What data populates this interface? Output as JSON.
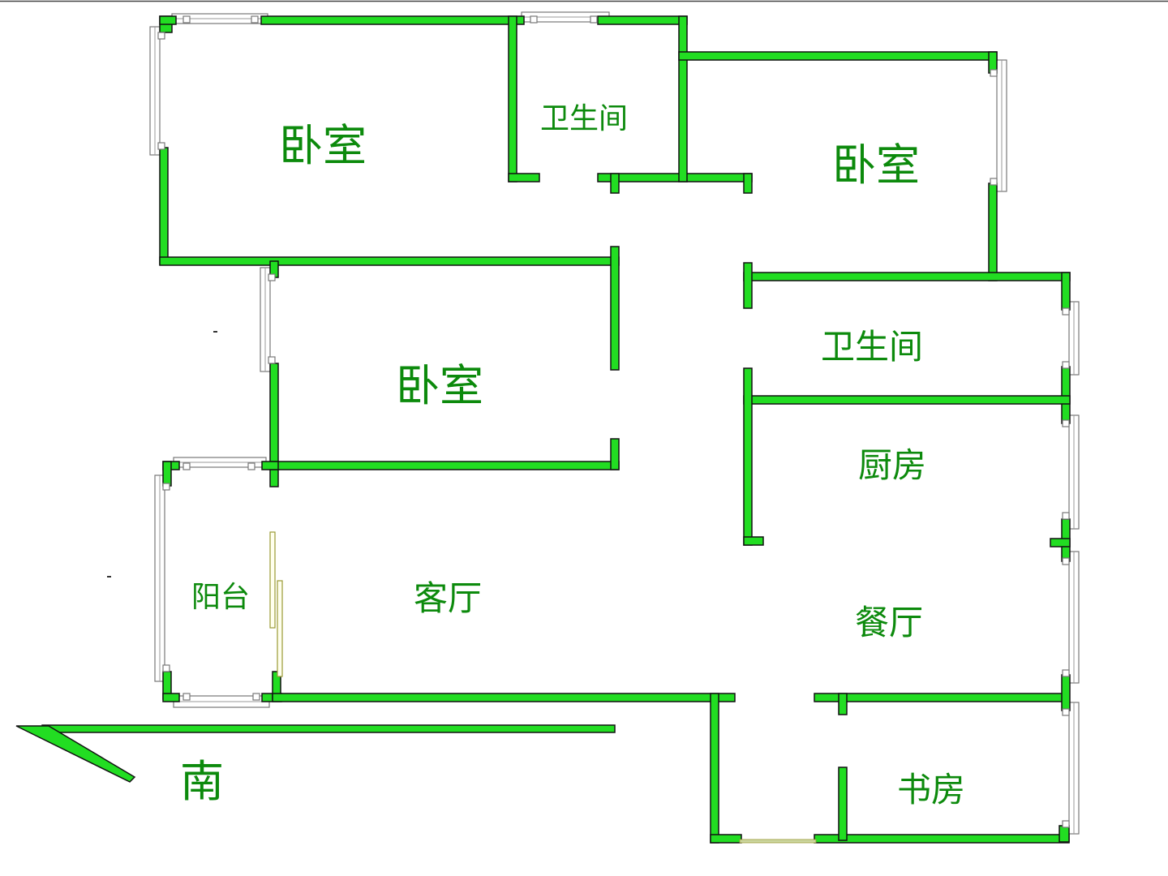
{
  "rooms": {
    "bedroom_top_left": "卧室",
    "bathroom_top": "卫生间",
    "bedroom_top_right": "卧室",
    "bedroom_middle": "卧室",
    "bathroom_right": "卫生间",
    "kitchen": "厨房",
    "balcony": "阳台",
    "living_room": "客厅",
    "dining_room": "餐厅",
    "study": "书房"
  },
  "compass": {
    "label": "南"
  },
  "colors": {
    "wall": "#22dd22",
    "label": "#0c8a0c",
    "door": "#999933"
  }
}
